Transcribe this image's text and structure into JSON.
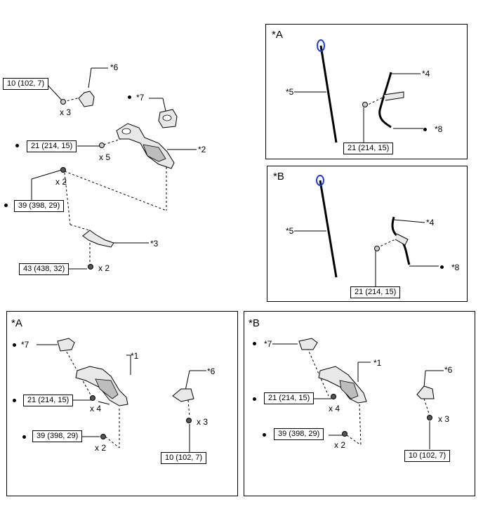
{
  "top_left": {
    "torques": [
      "10 (102, 7)",
      "21 (214, 15)",
      "39 (398, 29)",
      "43 (438, 32)"
    ],
    "quantities": [
      "x 3",
      "x 5",
      "x 2",
      "x 2"
    ],
    "callouts": [
      "*6",
      "*7",
      "*2",
      "*3"
    ]
  },
  "panel_top_a": {
    "title": "*A",
    "torque": "21 (214, 15)",
    "callouts": [
      "*5",
      "*4",
      "*8"
    ]
  },
  "panel_top_b": {
    "title": "*B",
    "torque": "21 (214, 15)",
    "callouts": [
      "*5",
      "*4",
      "*8"
    ]
  },
  "panel_bottom_a": {
    "title": "*A",
    "torques": [
      "21 (214, 15)",
      "39 (398, 29)",
      "10 (102, 7)"
    ],
    "quantities": [
      "x 4",
      "x 2",
      "x 3"
    ],
    "callouts": [
      "*7",
      "*1",
      "*6"
    ]
  },
  "panel_bottom_b": {
    "title": "*B",
    "torques": [
      "21 (214, 15)",
      "39 (398, 29)",
      "10 (102, 7)"
    ],
    "quantities": [
      "x 4",
      "x 2",
      "x 3"
    ],
    "callouts": [
      "*7",
      "*1",
      "*6"
    ]
  },
  "colors": {
    "line": "#000000",
    "dipstick_handle": "#1a3fd6",
    "part_fill": "#e8e8e8"
  }
}
